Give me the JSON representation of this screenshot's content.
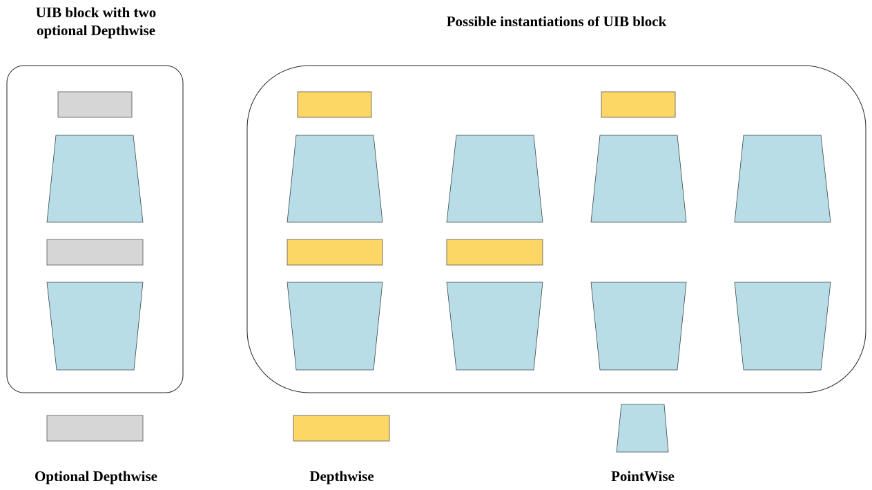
{
  "titles": {
    "left_line1": "UIB block with two",
    "left_line2": "optional Depthwise",
    "right": "Possible instantiations of UIB block"
  },
  "legend": {
    "optional_depthwise": "Optional Depthwise",
    "depthwise": "Depthwise",
    "pointwise": "PointWise"
  },
  "colors": {
    "pointwise": "#b8dde6",
    "depthwise": "#fdd765",
    "optional_depthwise": "#d6d6d6"
  }
}
